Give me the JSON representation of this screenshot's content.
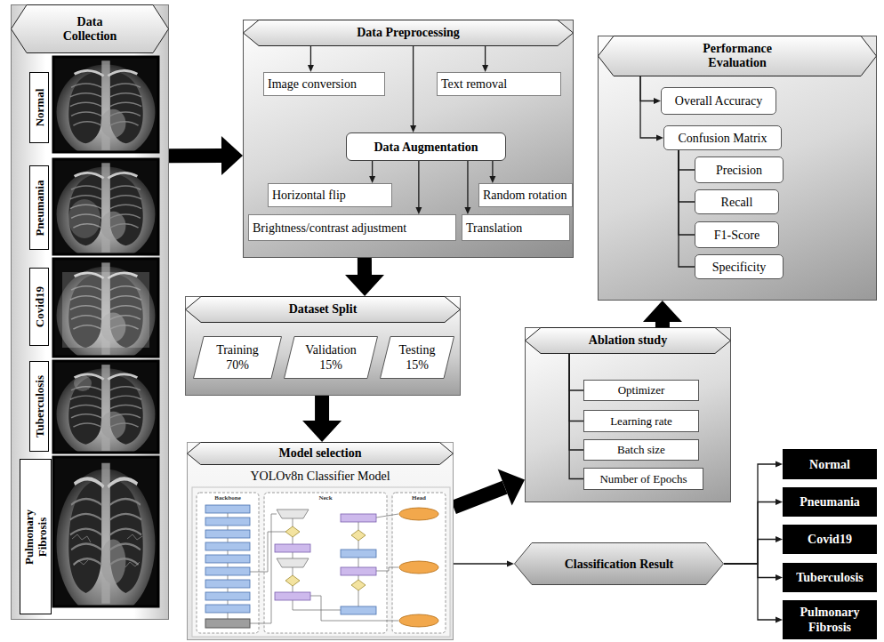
{
  "diagram": {
    "nodes": [
      {
        "text": [
          "Data Collection"
        ]
      },
      {
        "text": [
          "Normal"
        ],
        "in": 0
      },
      {
        "text": [
          "Pneumania"
        ],
        "in": 0
      },
      {
        "text": [
          "Covid19"
        ],
        "in": 0
      },
      {
        "text": [
          "Tuberculosis"
        ],
        "in": 0
      },
      {
        "text": [
          "Pulmonary Fibrosis"
        ],
        "in": 0
      },
      {
        "text": [
          "Data Preprocessing"
        ]
      },
      {
        "text": [
          "Image conversion"
        ],
        "in": 6
      },
      {
        "text": [
          "Text removal"
        ],
        "in": 6
      },
      {
        "text": [
          "Data Augmentation"
        ],
        "in": 6
      },
      {
        "text": [
          "Horizontal flip"
        ],
        "in": 6
      },
      {
        "text": [
          "Random rotation"
        ],
        "in": 6
      },
      {
        "text": [
          "Brightness/contrast adjustment"
        ],
        "in": 6
      },
      {
        "text": [
          "Translation"
        ],
        "in": 6
      },
      {
        "text": [
          "Performance Evaluation"
        ]
      },
      {
        "text": [
          "Overall Accuracy"
        ],
        "in": 14
      },
      {
        "text": [
          "Confusion Matrix"
        ],
        "in": 14
      },
      {
        "text": [
          "Precision"
        ],
        "in": 14
      },
      {
        "text": [
          "Recall"
        ],
        "in": 14
      },
      {
        "text": [
          "F1-Score"
        ],
        "in": 14
      },
      {
        "text": [
          "Specificity"
        ],
        "in": 14
      },
      {
        "text": [
          "Dataset Split"
        ]
      },
      {
        "text": [
          "Training 70%"
        ],
        "in": 21
      },
      {
        "text": [
          "Validation 15%"
        ],
        "in": 21
      },
      {
        "text": [
          "Testing 15%"
        ],
        "in": 21
      },
      {
        "text": [
          "Ablation study"
        ]
      },
      {
        "text": [
          "Optimizer"
        ],
        "in": 25
      },
      {
        "text": [
          "Learning rate"
        ],
        "in": 25
      },
      {
        "text": [
          "Batch size"
        ],
        "in": 25
      },
      {
        "text": [
          "Number of Epochs"
        ],
        "in": 25
      },
      {
        "text": [
          "Model selection",
          "YOLOv8n Classifier Model"
        ]
      },
      {
        "text": [
          "Classification Result"
        ]
      },
      {
        "text": [
          "Normal"
        ]
      },
      {
        "text": [
          "Pneumania"
        ]
      },
      {
        "text": [
          "Covid19"
        ]
      },
      {
        "text": [
          "Tuberculosis"
        ]
      },
      {
        "text": [
          "Pulmonary Fibrosis"
        ]
      }
    ],
    "edges": [
      {
        "from": 0,
        "to": 6,
        "arrow": "to"
      },
      {
        "from": 6,
        "to": 7,
        "arrow": "to"
      },
      {
        "from": 6,
        "to": 8,
        "arrow": "to"
      },
      {
        "from": 6,
        "to": 9,
        "arrow": "to"
      },
      {
        "from": 9,
        "to": 10,
        "arrow": "to"
      },
      {
        "from": 9,
        "to": 12,
        "arrow": "to"
      },
      {
        "from": 9,
        "to": 13,
        "arrow": "to"
      },
      {
        "from": 9,
        "to": 11,
        "arrow": "to"
      },
      {
        "from": 6,
        "to": 21,
        "arrow": "to"
      },
      {
        "from": 21,
        "to": 30,
        "arrow": "to"
      },
      {
        "from": 30,
        "to": 25,
        "arrow": "to"
      },
      {
        "from": 25,
        "to": 26,
        "arrow": "none"
      },
      {
        "from": 25,
        "to": 27,
        "arrow": "none"
      },
      {
        "from": 25,
        "to": 28,
        "arrow": "none"
      },
      {
        "from": 25,
        "to": 29,
        "arrow": "none"
      },
      {
        "from": 25,
        "to": 14,
        "arrow": "to"
      },
      {
        "from": 14,
        "to": 15,
        "arrow": "to"
      },
      {
        "from": 14,
        "to": 16,
        "arrow": "to"
      },
      {
        "from": 16,
        "to": 17,
        "arrow": "none"
      },
      {
        "from": 16,
        "to": 18,
        "arrow": "none"
      },
      {
        "from": 16,
        "to": 19,
        "arrow": "none"
      },
      {
        "from": 16,
        "to": 20,
        "arrow": "none"
      },
      {
        "from": 30,
        "to": 31,
        "arrow": "to"
      },
      {
        "from": 31,
        "to": 32,
        "arrow": "to"
      },
      {
        "from": 31,
        "to": 33,
        "arrow": "to"
      },
      {
        "from": 31,
        "to": 34,
        "arrow": "to"
      },
      {
        "from": 31,
        "to": 35,
        "arrow": "to"
      },
      {
        "from": 31,
        "to": 36,
        "arrow": "to"
      }
    ],
    "labels": [
      "Backbone",
      "Neck",
      "Head"
    ]
  }
}
